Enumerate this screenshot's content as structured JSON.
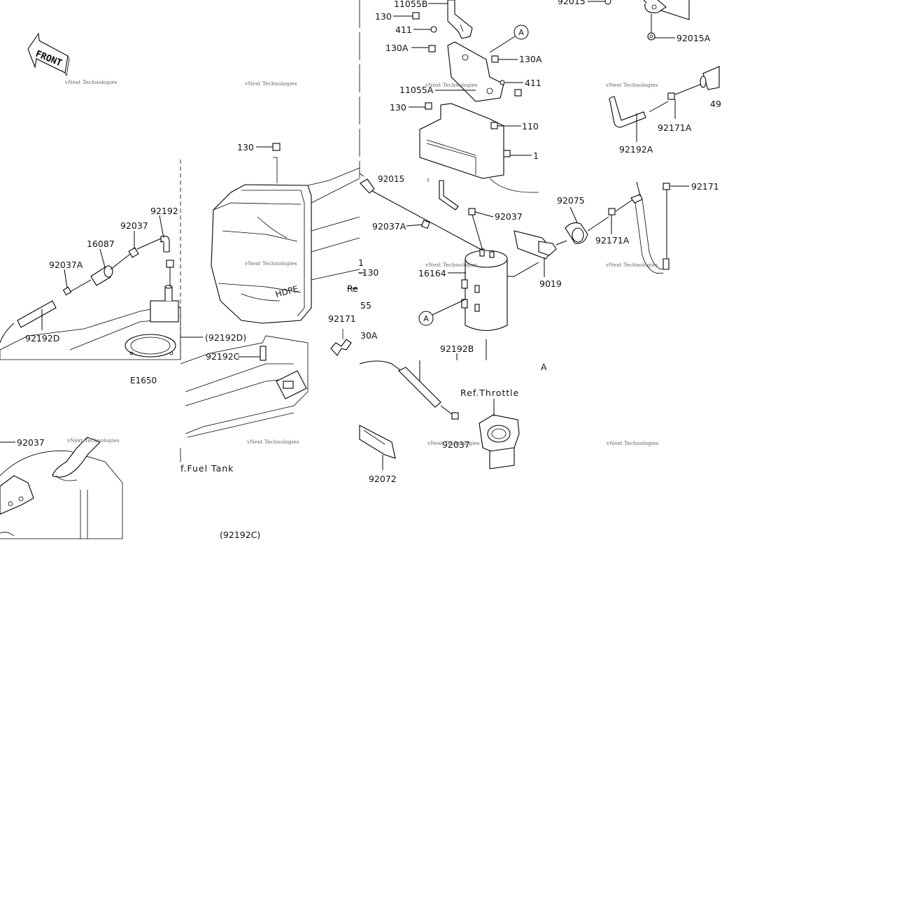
{
  "diagram": {
    "labels": [
      {
        "text": "11055B"
      },
      {
        "text": "130"
      },
      {
        "text": "411"
      },
      {
        "text": "130A"
      },
      {
        "text": "130A"
      },
      {
        "text": "411"
      },
      {
        "text": "11055A"
      },
      {
        "text": "130"
      },
      {
        "text": "110"
      },
      {
        "text": "130"
      },
      {
        "text": "1"
      },
      {
        "text": "92015"
      },
      {
        "text": "92015A"
      },
      {
        "text": "92171A"
      },
      {
        "text": "92192A"
      },
      {
        "text": "49"
      },
      {
        "text": "92171"
      },
      {
        "text": "92075"
      },
      {
        "text": "92171A"
      },
      {
        "text": "92037"
      },
      {
        "text": "92037A"
      },
      {
        "text": "16164"
      },
      {
        "text": "9019"
      },
      {
        "text": "92192B"
      },
      {
        "text": "A"
      },
      {
        "text": "Ref.Throttle"
      },
      {
        "text": "92037"
      },
      {
        "text": "92072"
      },
      {
        "text": "92192"
      },
      {
        "text": "92037"
      },
      {
        "text": "16087"
      },
      {
        "text": "92037A"
      },
      {
        "text": "92192D"
      },
      {
        "text": "(92192D)"
      },
      {
        "text": "92192C"
      },
      {
        "text": "E1650"
      },
      {
        "text": "92037"
      },
      {
        "text": "f.Fuel Tank"
      },
      {
        "text": "(92192C)"
      },
      {
        "text": "-130"
      },
      {
        "text": "Re"
      },
      {
        "text": "55"
      },
      {
        "text": "92171"
      },
      {
        "text": "30A"
      },
      {
        "text": "1"
      },
      {
        "text": "92015"
      }
    ],
    "callouts": [
      {
        "text": "A"
      },
      {
        "text": "A"
      }
    ],
    "front_arrow": "FRONT",
    "tank_mark": "HDPE",
    "watermark": "vNext Technologies"
  }
}
